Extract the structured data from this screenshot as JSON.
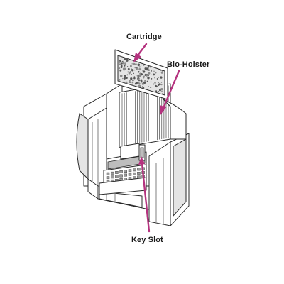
{
  "labels": {
    "cartridge": "Cartridge",
    "bio_holster": "Bio-Holster",
    "key_slot": "Key Slot"
  },
  "colors": {
    "callout": "#b5337f",
    "outline": "#2a2a2a",
    "shade": "#e4e4e4"
  }
}
